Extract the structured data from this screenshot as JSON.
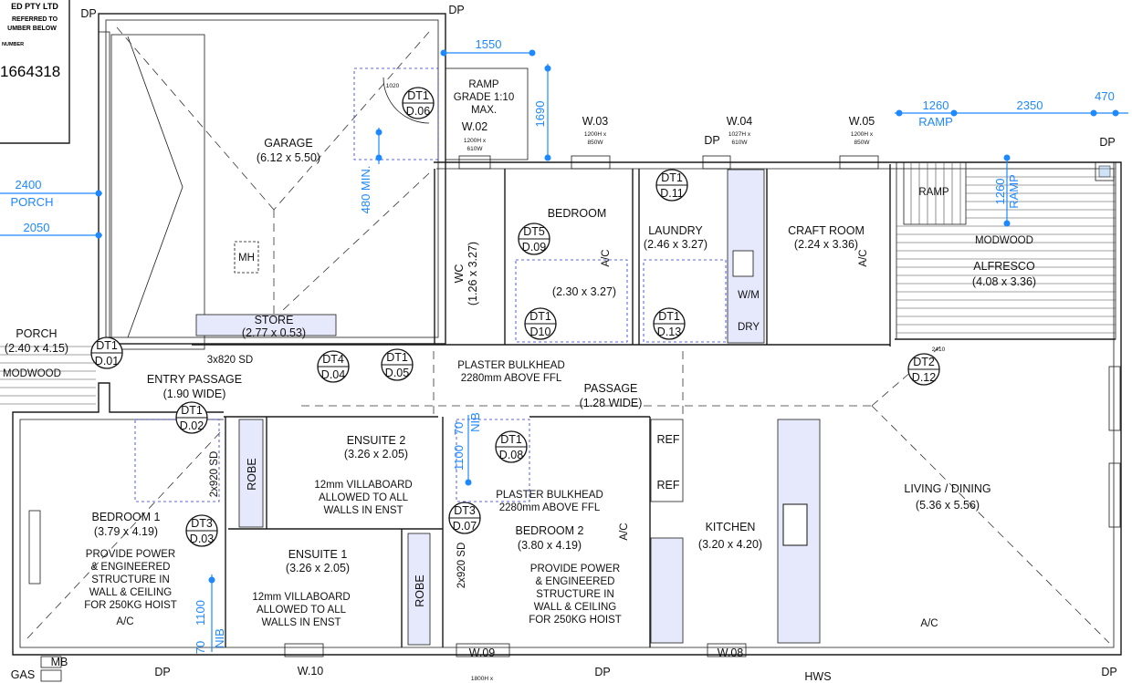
{
  "title_block": {
    "company": "ED PTY LTD",
    "line1": "REFERRED TO",
    "line2": "UMBER BELOW",
    "number_label": "NUMBER",
    "number": "1664318"
  },
  "rooms": {
    "garage": {
      "name": "GARAGE",
      "size": "(6.12 x 5.50)"
    },
    "ramp_note": [
      "RAMP",
      "GRADE 1:10",
      "MAX."
    ],
    "bedroom": {
      "name": "BEDROOM",
      "size": "(2.30 x 3.27)"
    },
    "wc": {
      "name": "WC",
      "size": "(1.26 x 3.27)"
    },
    "laundry": {
      "name": "LAUNDRY",
      "size": "(2.46 x 3.27)"
    },
    "craft": {
      "name": "CRAFT ROOM",
      "size": "(2.24 x 3.36)"
    },
    "alfresco": {
      "name": "ALFRESCO",
      "size": "(4.08 x 3.36)",
      "material": "MODWOOD",
      "ramp": "RAMP"
    },
    "store": {
      "name": "STORE",
      "size": "(2.77 x 0.53)"
    },
    "porch": {
      "name": "PORCH",
      "size": "(2.40 x 4.15)",
      "material": "MODWOOD"
    },
    "entry": {
      "name": "ENTRY PASSAGE",
      "size": "(1.90 WIDE)"
    },
    "passage": {
      "name": "PASSAGE",
      "size": "(1.28 WIDE)"
    },
    "living": {
      "name": "LIVING / DINING",
      "size": "(5.36 x 5.56)"
    },
    "kitchen": {
      "name": "KITCHEN",
      "size": "(3.20 x 4.20)"
    },
    "bedroom1": {
      "name": "BEDROOM 1",
      "size": "(3.79 x 4.19)"
    },
    "bedroom2": {
      "name": "BEDROOM 2",
      "size": "(3.80 x 4.19)"
    },
    "ensuite1": {
      "name": "ENSUITE 1",
      "size": "(3.26 x 2.05)"
    },
    "ensuite2": {
      "name": "ENSUITE 2",
      "size": "(3.26 x 2.05)"
    }
  },
  "notes": {
    "hoist": [
      "PROVIDE POWER",
      "& ENGINEERED",
      "STRUCTURE IN",
      "WALL & CEILING",
      "FOR 250KG HOIST"
    ],
    "villaboard": [
      "12mm VILLABOARD",
      "ALLOWED TO ALL",
      "WALLS IN ENST"
    ],
    "bulkhead": [
      "PLASTER BULKHEAD",
      "2280mm ABOVE FFL"
    ]
  },
  "fixtures": {
    "mh": "MH",
    "wm": "W/M",
    "dry": "DRY",
    "ref": "REF",
    "ac": "A/C",
    "robe": "ROBE",
    "hws": "HWS",
    "mb": "MB",
    "gas": "GAS",
    "dp": "DP",
    "sd3": "3x820 SD",
    "sd2": "2x920 SD",
    "door_width": "1020",
    "d2410": "2410"
  },
  "windows": [
    {
      "id": "W.02",
      "size": [
        "1200H x",
        "610W"
      ]
    },
    {
      "id": "W.03",
      "size": [
        "1200H x",
        "850W"
      ]
    },
    {
      "id": "W.04",
      "size": [
        "1027H x",
        "610W"
      ]
    },
    {
      "id": "W.05",
      "size": [
        "1200H x",
        "850W"
      ]
    },
    {
      "id": "W.10"
    },
    {
      "id": "W.09",
      "size": [
        "1800H x"
      ]
    },
    {
      "id": "W.08"
    }
  ],
  "door_tags": [
    {
      "type": "DT1",
      "ref": "D.06"
    },
    {
      "type": "DT5",
      "ref": "D.09"
    },
    {
      "type": "DT1",
      "ref": "D10"
    },
    {
      "type": "DT1",
      "ref": "D.11"
    },
    {
      "type": "DT1",
      "ref": "D.13"
    },
    {
      "type": "DT1",
      "ref": "D.01"
    },
    {
      "type": "DT4",
      "ref": "D.04"
    },
    {
      "type": "DT1",
      "ref": "D.05"
    },
    {
      "type": "DT2",
      "ref": "D.12"
    },
    {
      "type": "DT1",
      "ref": "D.02"
    },
    {
      "type": "DT1",
      "ref": "D.08"
    },
    {
      "type": "DT3",
      "ref": "D.07"
    },
    {
      "type": "DT3",
      "ref": "D.03"
    }
  ],
  "dimensions": {
    "d1550": "1550",
    "d1690": "1690",
    "d480": "480 MIN.",
    "d2400": "2400",
    "porch": "PORCH",
    "d2050": "2050",
    "d1260": "1260",
    "ramp": "RAMP",
    "d2350": "2350",
    "d470": "470",
    "d70": "70",
    "d1100": "1100",
    "nib": "NIB"
  },
  "colors": {
    "line": "#1a1a1a",
    "dimension": "#1e88ff",
    "joinery_fill": "#e6e8fb",
    "setout_dashed": "#2233dd"
  }
}
